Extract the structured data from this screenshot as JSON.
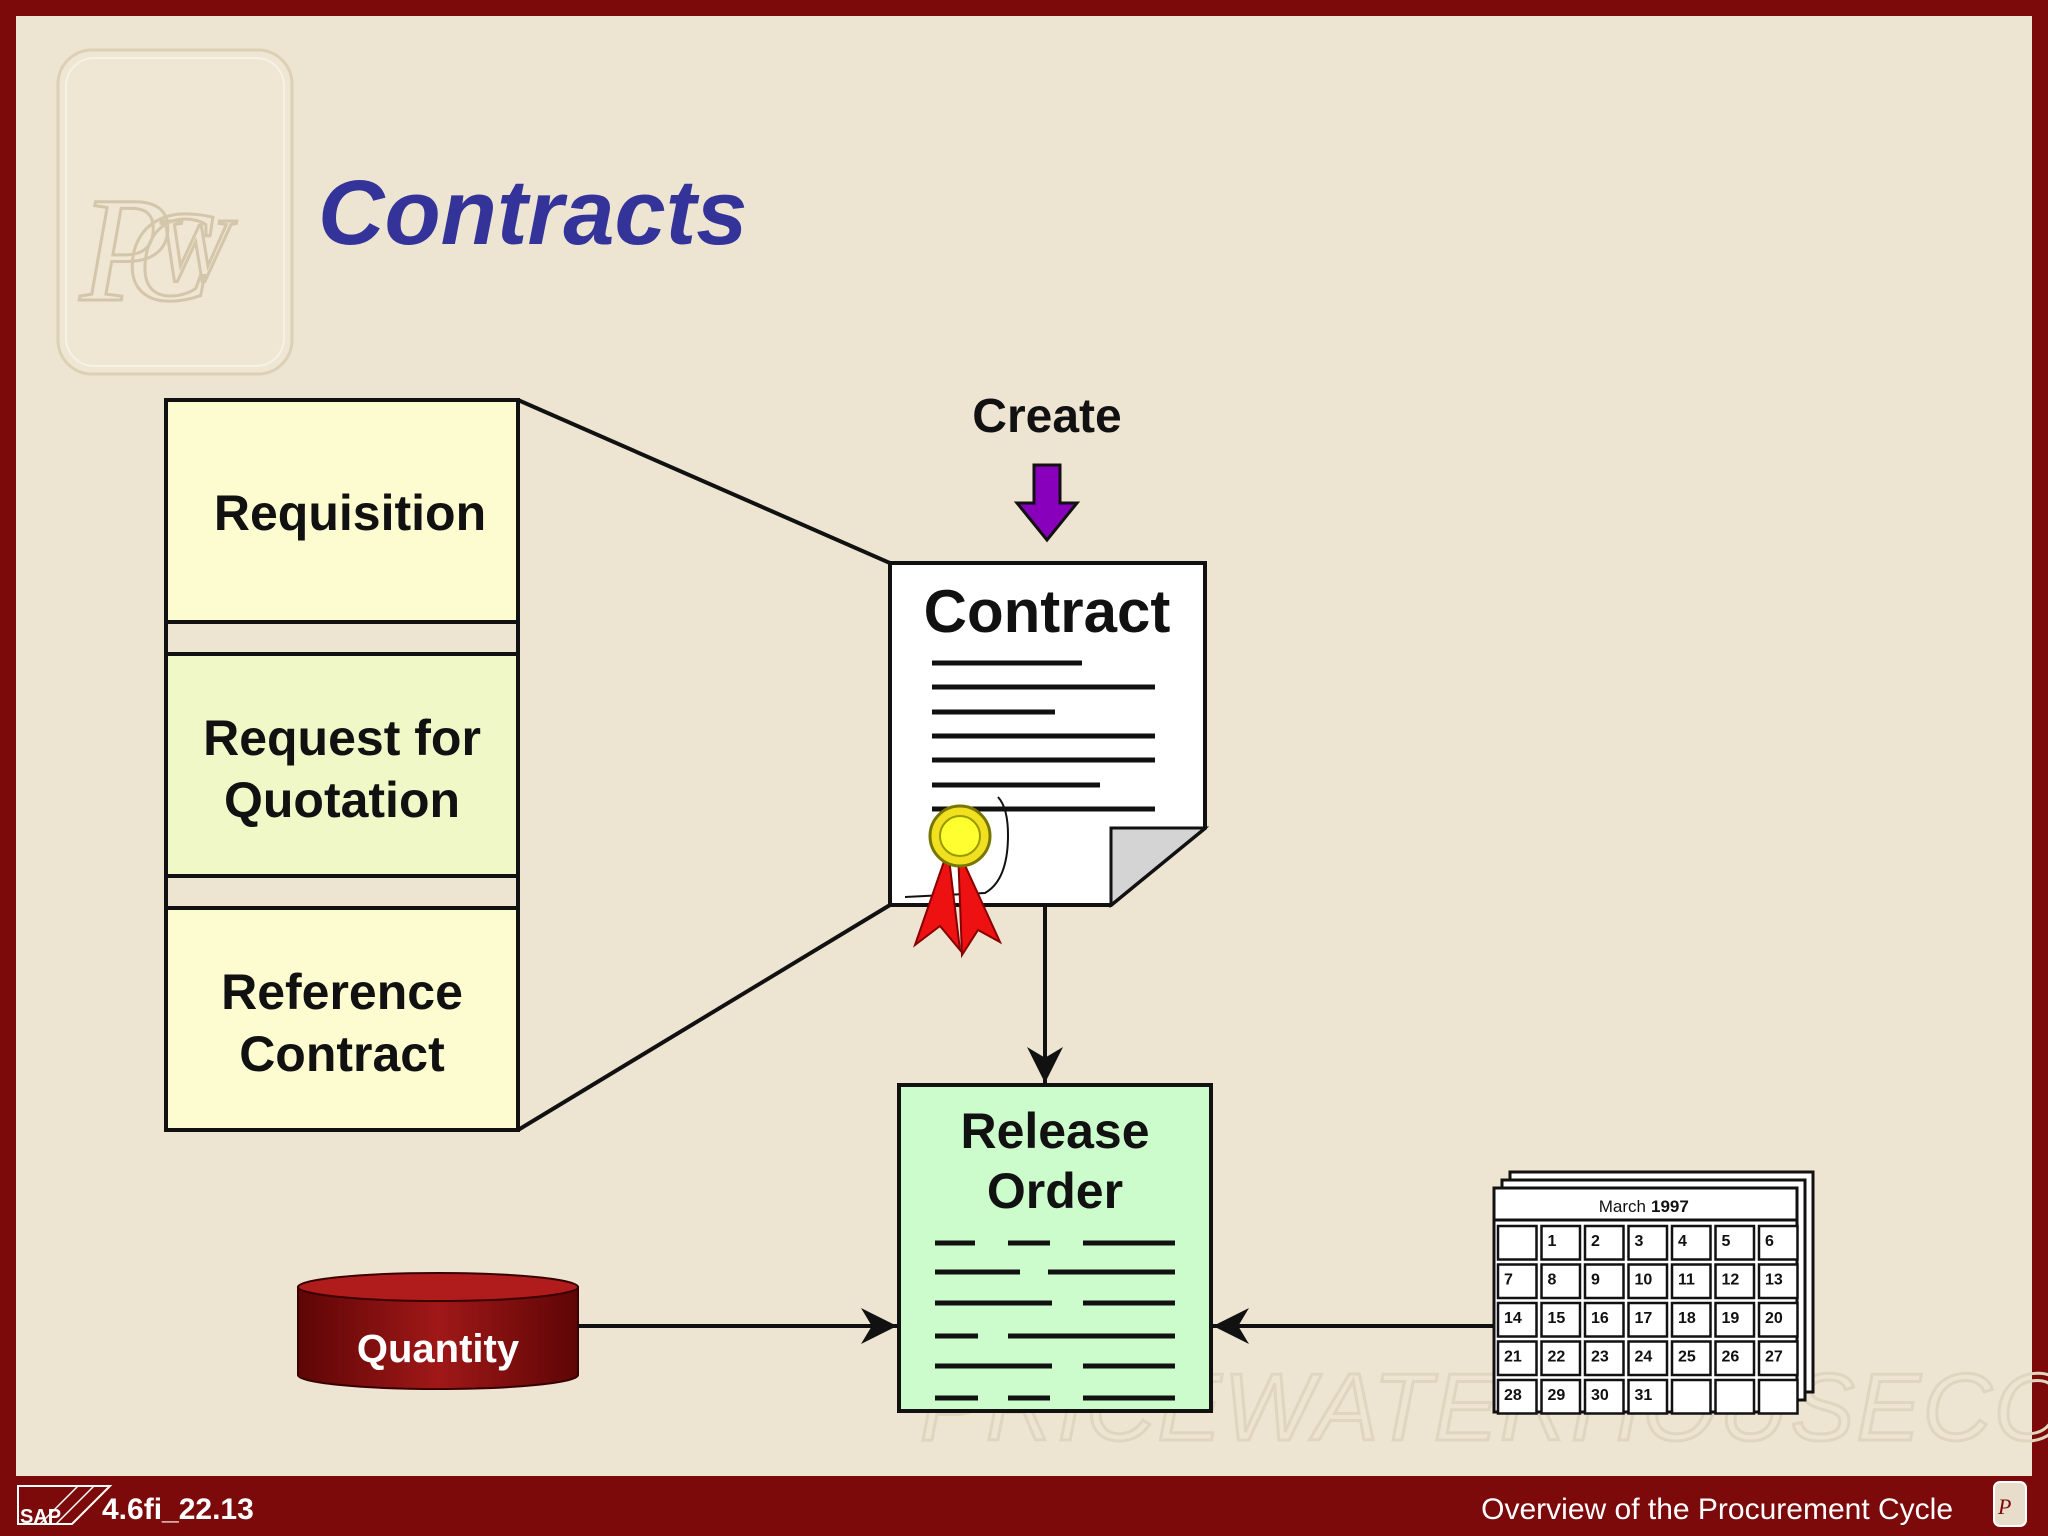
{
  "title": "Contracts",
  "sources": [
    "Requisition",
    "Request for",
    "Quotation",
    "Reference",
    "Contract"
  ],
  "create_label": "Create",
  "contract_label": "Contract",
  "release_order": [
    "Release",
    "Order"
  ],
  "quantity_label": "Quantity",
  "calendar": {
    "month": "March",
    "year": "1997",
    "days": [
      "",
      "1",
      "2",
      "3",
      "4",
      "5",
      "6",
      "7",
      "8",
      "9",
      "10",
      "11",
      "12",
      "13",
      "14",
      "15",
      "16",
      "17",
      "18",
      "19",
      "20",
      "21",
      "22",
      "23",
      "24",
      "25",
      "26",
      "27",
      "28",
      "29",
      "30",
      "31",
      "",
      "",
      ""
    ]
  },
  "watermark_text": "PRICEWATERHOUSECOOPERS",
  "footer": {
    "sap_logo": "SAP",
    "slide_id": "4.6fi_22.13",
    "section": "Overview of the Procurement Cycle"
  },
  "colors": {
    "frame": "#7c0a0a",
    "background": "#ede5d2",
    "title": "#333399",
    "requisition_fill": "#fcfcd0",
    "rfq_fill": "#f0f8c8",
    "reference_fill": "#fcfcd0",
    "release_order_fill": "#ccfccc",
    "arrow_purple": "#8800bb",
    "quantity_fill": "#8a0c0c"
  }
}
